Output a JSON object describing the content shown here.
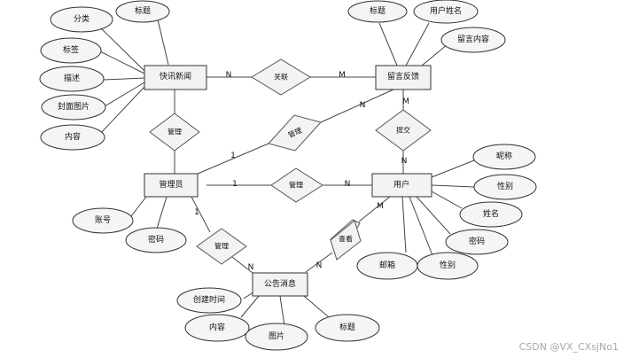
{
  "diagram": {
    "entities": {
      "kuaixun": "快讯新闻",
      "liuyan": "留言反馈",
      "admin": "管理员",
      "user": "用户",
      "notice": "公告消息"
    },
    "attributes": {
      "kx_category": "分类",
      "kx_title": "标题",
      "kx_tags": "标签",
      "kx_desc": "描述",
      "kx_cover": "封面图片",
      "kx_content": "内容",
      "ly_title": "标题",
      "ly_username": "用户姓名",
      "ly_content": "留言内容",
      "ad_account": "账号",
      "ad_password": "密码",
      "us_nickname": "昵称",
      "us_gender": "性别",
      "us_name": "姓名",
      "us_password": "密码",
      "us_email": "邮箱",
      "us_gender2": "性别",
      "nt_created": "创建时间",
      "nt_content": "内容",
      "nt_image": "图片",
      "nt_title": "标题"
    },
    "relationships": {
      "assoc": "关联",
      "manage_kx": "管理",
      "manage_ly": "管理",
      "submit": "提交",
      "manage_user": "管理",
      "manage_notice": "管理",
      "view": "查看"
    },
    "cardinalities": {
      "kx_assoc": "N",
      "assoc_ly": "M",
      "admin_manage_ly": "1",
      "manage_ly_ly": "N",
      "ly_submit": "M",
      "submit_user": "N",
      "admin_manage_user": "1",
      "manage_user_user": "N",
      "admin_manage_notice": "1",
      "manage_notice_notice": "N",
      "user_view": "M",
      "view_notice": "N"
    }
  },
  "watermark": "CSDN @VX_CXsjNo1"
}
